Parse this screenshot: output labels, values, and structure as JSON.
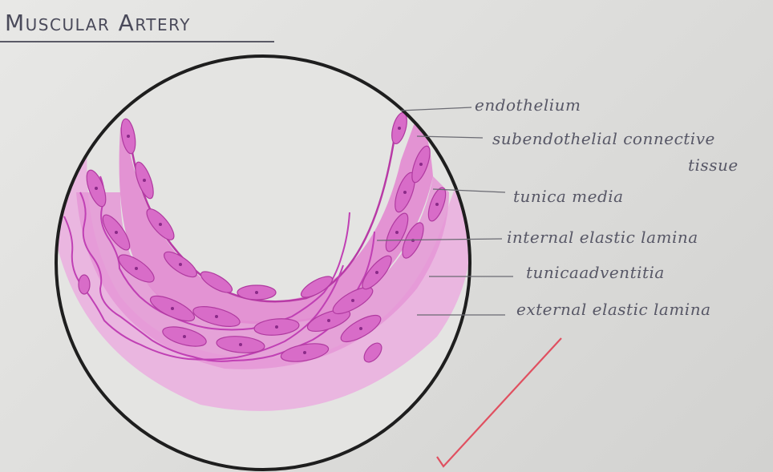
{
  "title": "Muscular Artery",
  "labels": [
    {
      "id": "endothelium",
      "text": "endothelium"
    },
    {
      "id": "subendothelial",
      "text": "subendothelial connective"
    },
    {
      "id": "subendothelial_2",
      "text": "tissue"
    },
    {
      "id": "tunica_media",
      "text": "tunica media"
    },
    {
      "id": "internal_elastic",
      "text": "internal elastic lamina"
    },
    {
      "id": "tunica_adventitia",
      "text": "tunicaadventitia"
    },
    {
      "id": "external_elastic",
      "text": "external elastic lamina"
    }
  ],
  "colors": {
    "outer_pink": "#e8a4dc",
    "cell_fill": "#d86cc8",
    "nucleus": "#8a2a88",
    "wavy_line": "#c040b4",
    "circle": "#1e1e1e",
    "check": "#e05060",
    "label_text": "#575766"
  }
}
